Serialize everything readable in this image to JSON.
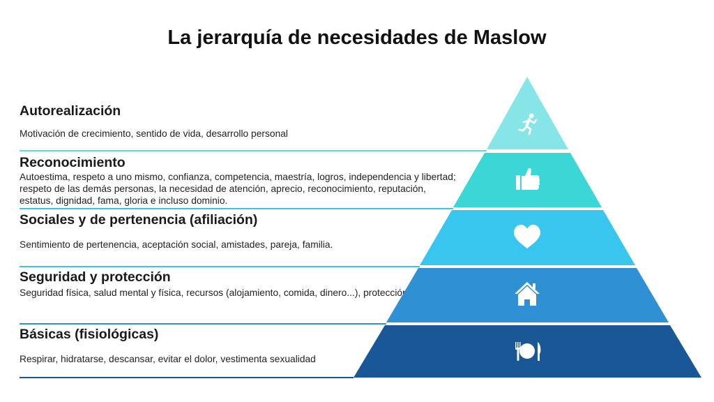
{
  "title": "La jerarquía de necesidades de Maslow",
  "levels": [
    {
      "name": "Autorealización",
      "description": "Motivación de crecimiento, sentido de vida, desarrollo personal",
      "color": "#86e6e7",
      "icon": "running-person-icon"
    },
    {
      "name": "Reconocimiento",
      "description": "Autoestima, respeto a uno mismo, confianza, competencia, maestría, logros, independencia y libertad; respeto de las demás personas, la necesidad de atención, aprecio, reconocimiento, reputación, estatus, dignidad, fama, gloria e incluso dominio.",
      "color": "#3bd6d6",
      "icon": "thumbs-up-icon"
    },
    {
      "name": "Sociales y de pertenencia (afiliación)",
      "description": "Sentimiento de pertenencia, aceptación social, amistades, pareja, familia.",
      "color": "#39c6ee",
      "icon": "heart-icon"
    },
    {
      "name": "Seguridad y protección",
      "description": "Seguridad física, salud mental y física, recursos (alojamiento, comida, dinero...), protección",
      "color": "#2f90d3",
      "icon": "house-icon"
    },
    {
      "name": "Básicas (fisiológicas)",
      "description": "Respirar, hidratarse, descansar, evitar el dolor, vestimenta sexualidad",
      "color": "#195796",
      "icon": "plate-cutlery-icon"
    }
  ],
  "divider_colors": [
    "#5fd8dc",
    "#39c6ee",
    "#39c6ee",
    "#2f90d3",
    "#195796"
  ]
}
